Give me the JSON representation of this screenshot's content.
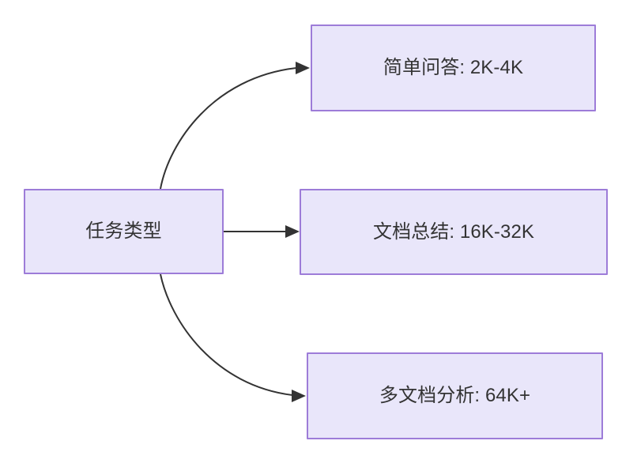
{
  "diagram": {
    "type": "flowchart",
    "direction": "left-to-right",
    "background_color": "#ffffff",
    "node_fill_color": "#e9e6fa",
    "node_border_color": "#9d7cd8",
    "text_color": "#333333",
    "edge_color": "#333333",
    "nodes": [
      {
        "id": "source",
        "label": "任务类型"
      },
      {
        "id": "simple",
        "label": "简单问答: 2K-4K"
      },
      {
        "id": "summary",
        "label": "文档总结: 16K-32K"
      },
      {
        "id": "multi",
        "label": "多文档分析: 64K+"
      }
    ],
    "edges": [
      {
        "from": "source",
        "to": "simple",
        "style": "curved",
        "arrow": "triangle"
      },
      {
        "from": "source",
        "to": "summary",
        "style": "straight",
        "arrow": "triangle"
      },
      {
        "from": "source",
        "to": "multi",
        "style": "curved",
        "arrow": "triangle"
      }
    ]
  }
}
